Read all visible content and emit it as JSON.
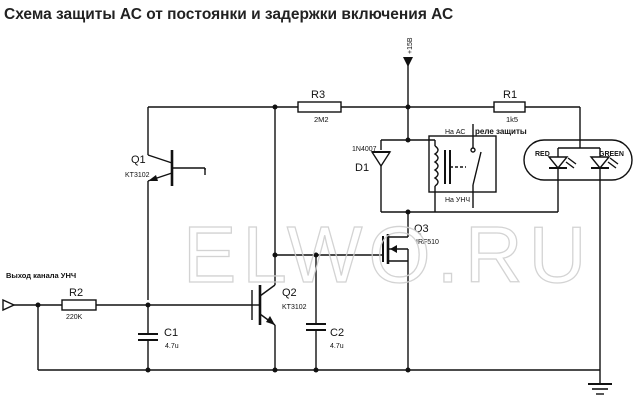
{
  "title": "Схема защиты АС от постоянки и задержки включения АС",
  "watermark": "ELWO.RU",
  "power": {
    "label": "+15В"
  },
  "ground": {
    "symbol": "ground"
  },
  "input": {
    "label": "Выход канала УНЧ"
  },
  "components": {
    "R1": {
      "ref": "R1",
      "value": "1k5"
    },
    "R2": {
      "ref": "R2",
      "value": "220K"
    },
    "R3": {
      "ref": "R3",
      "value": "2M2"
    },
    "Q1": {
      "ref": "Q1",
      "value": "KT3102"
    },
    "Q2": {
      "ref": "Q2",
      "value": "KT3102"
    },
    "Q3": {
      "ref": "Q3",
      "value": "IRF510"
    },
    "C1": {
      "ref": "C1",
      "value": "4.7u"
    },
    "C2": {
      "ref": "C2",
      "value": "4.7u"
    },
    "D1": {
      "ref": "D1",
      "value": "1N4007"
    },
    "relay": {
      "label": "реле защиты",
      "contact_top": "На АС",
      "contact_bottom": "На УНЧ"
    },
    "led_red": {
      "label": "RED"
    },
    "led_green": {
      "label": "GREEN"
    }
  }
}
